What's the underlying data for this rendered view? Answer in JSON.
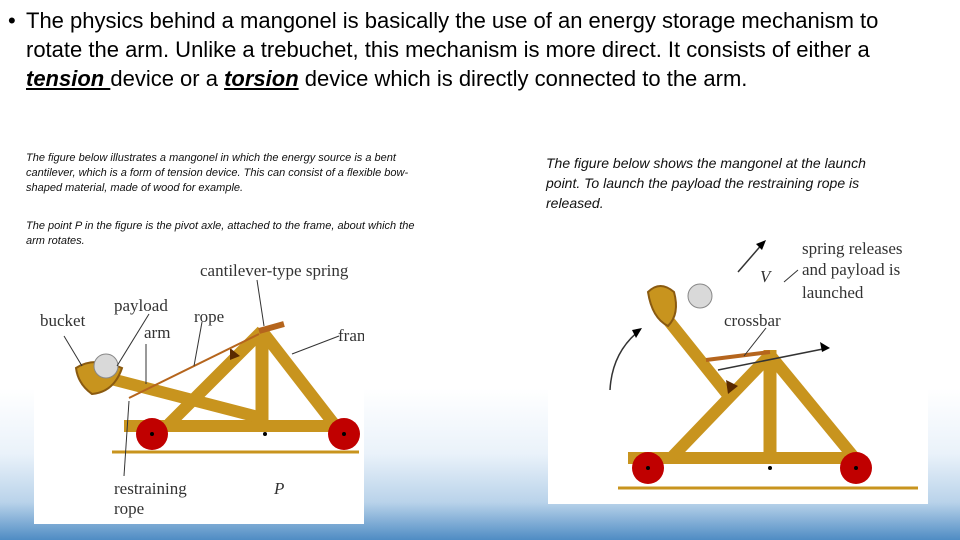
{
  "bullet": {
    "marker": "•",
    "text_part1": "The physics behind a mangonel is basically the use of an energy storage mechanism to rotate the arm. Unlike a trebuchet, this mechanism is more direct. It consists of either a ",
    "keyword1": "tension ",
    "text_part2": "device or a ",
    "keyword2": "torsion",
    "text_part3": " device which is directly connected to the arm."
  },
  "left_caption_1": "The figure below illustrates a mangonel in which the energy source is a bent cantilever, which is a form of tension device. This can consist of a flexible bow-shaped material, made of wood for example.",
  "left_caption_2": "The point P in the figure is the pivot axle, attached to the frame, about which the arm rotates.",
  "right_caption": "The figure below shows the mangonel at the launch point. To launch the payload the restraining rope is released.",
  "figure_left": {
    "labels": {
      "spring": "cantilever-type spring",
      "payload": "payload",
      "rope": "rope",
      "bucket": "bucket",
      "arm": "arm",
      "frame": "frame",
      "restraining_1": "restraining",
      "restraining_2": "rope",
      "pivot": "P"
    }
  },
  "figure_right": {
    "labels": {
      "release_1": "spring releases",
      "release_2": "and payload is",
      "release_3": "launched",
      "velocity": "V",
      "crossbar": "crossbar"
    }
  },
  "colors": {
    "wood": "#c8941e",
    "wood_dark": "#8a5a10",
    "wheel": "#c00000",
    "spring": "#b5651d"
  }
}
